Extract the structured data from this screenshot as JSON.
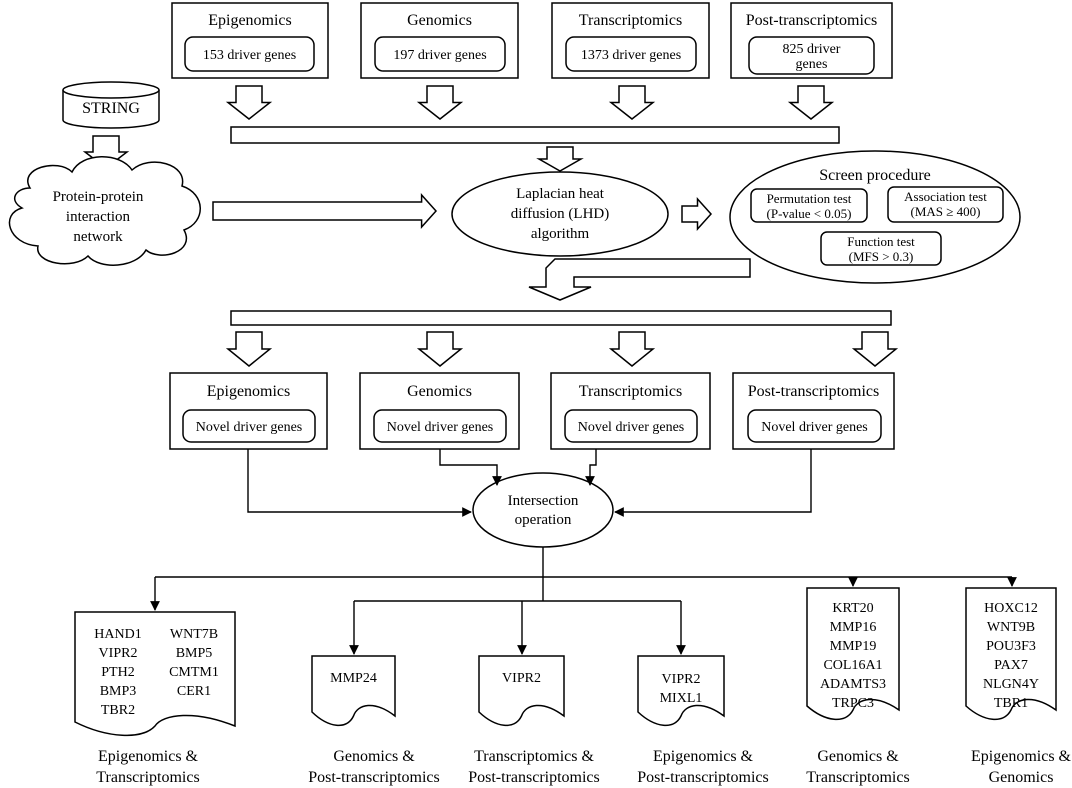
{
  "top_boxes": [
    {
      "title": "Epigenomics",
      "count_lines": [
        "153 driver genes"
      ]
    },
    {
      "title": "Genomics",
      "count_lines": [
        "197 driver genes"
      ]
    },
    {
      "title": "Transcriptomics",
      "count_lines": [
        "1373 driver genes"
      ]
    },
    {
      "title": "Post-transcriptomics",
      "count_lines": [
        "825 driver",
        "genes"
      ]
    }
  ],
  "string_db": {
    "label": "STRING"
  },
  "ppi_cloud": {
    "lines": [
      "Protein-protein",
      "interaction",
      "network"
    ]
  },
  "lhd": {
    "lines": [
      "Laplacian heat",
      "diffusion (LHD)",
      "algorithm"
    ]
  },
  "screen": {
    "title": "Screen procedure",
    "tests": [
      {
        "lines": [
          "Permutation test",
          "(P-value < 0.05)"
        ]
      },
      {
        "lines": [
          "Association test",
          "(MAS ≥ 400)"
        ]
      },
      {
        "lines": [
          "Function test",
          "(MFS > 0.3)"
        ]
      }
    ]
  },
  "mid_boxes": [
    {
      "title": "Epigenomics",
      "inner": "Novel driver genes"
    },
    {
      "title": "Genomics",
      "inner": "Novel driver genes"
    },
    {
      "title": "Transcriptomics",
      "inner": "Novel driver genes"
    },
    {
      "title": "Post-transcriptomics",
      "inner": "Novel driver genes"
    }
  ],
  "intersection": {
    "lines": [
      "Intersection",
      "operation"
    ]
  },
  "results": [
    {
      "columns": [
        [
          "HAND1",
          "VIPR2",
          "PTH2",
          "BMP3",
          "TBR2"
        ],
        [
          "WNT7B",
          "BMP5",
          "CMTM1",
          "CER1"
        ]
      ],
      "caption": [
        "Epigenomics &",
        "Transcriptomics"
      ]
    },
    {
      "columns": [
        [
          "MMP24"
        ]
      ],
      "caption": [
        "Genomics &",
        "Post-transcriptomics"
      ]
    },
    {
      "columns": [
        [
          "VIPR2"
        ]
      ],
      "caption": [
        "Transcriptomics &",
        "Post-transcriptomics"
      ]
    },
    {
      "columns": [
        [
          "VIPR2",
          "MIXL1"
        ]
      ],
      "caption": [
        "Epigenomics &",
        "Post-transcriptomics"
      ]
    },
    {
      "columns": [
        [
          "KRT20",
          "MMP16",
          "MMP19",
          "COL16A1",
          "ADAMTS3",
          "TRPC3"
        ]
      ],
      "caption": [
        "Genomics &",
        "Transcriptomics"
      ]
    },
    {
      "columns": [
        [
          "HOXC12",
          "WNT9B",
          "POU3F3",
          "PAX7",
          "NLGN4Y",
          "TBR1"
        ]
      ],
      "caption": [
        "Epigenomics &",
        "Genomics"
      ]
    }
  ]
}
